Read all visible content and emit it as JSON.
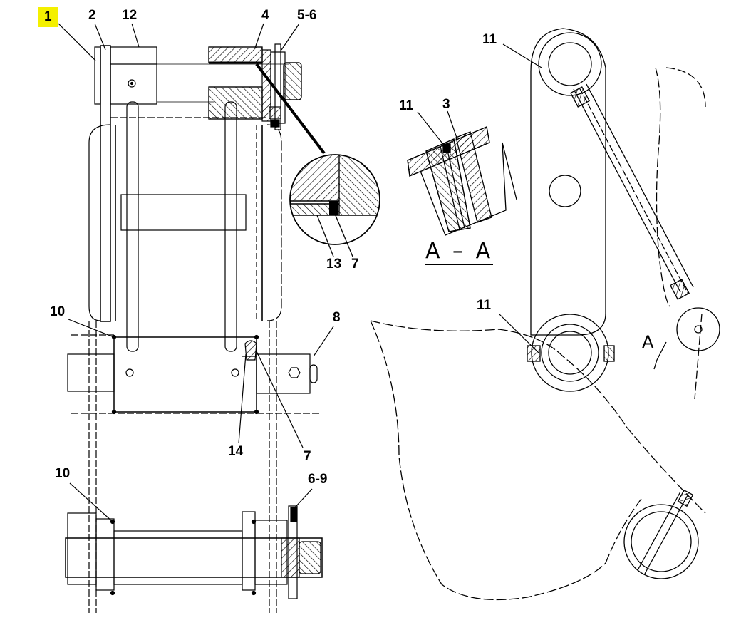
{
  "callouts": {
    "c1": "1",
    "c2": "2",
    "c12": "12",
    "c4": "4",
    "c5_6": "5-6",
    "c13": "13",
    "c7_detail": "7",
    "c10_top": "10",
    "c8": "8",
    "c14": "14",
    "c7_bottom": "7",
    "c10_bottom": "10",
    "c6_9": "6-9",
    "c11_top": "11",
    "c11_section": "11",
    "c3": "3",
    "c11_lower": "11"
  },
  "section": {
    "label": "A – A",
    "view_letter": "A"
  },
  "colors": {
    "highlight": "#f4f000",
    "ink": "#000000",
    "paper": "#ffffff"
  }
}
